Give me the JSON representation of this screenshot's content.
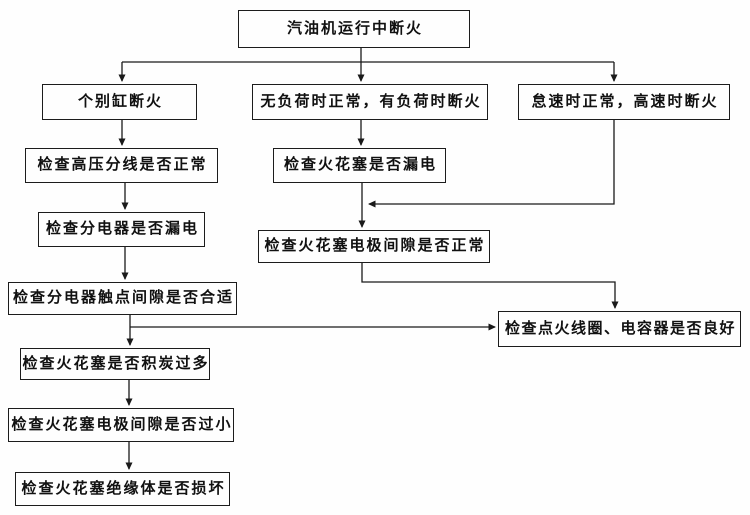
{
  "diagram": {
    "title": "汽油机运行中断火",
    "colors": {
      "line": "#1a1a1a",
      "box_border": "#1c1c1c",
      "background": "#fefefe",
      "text": "#111111"
    },
    "nodes": {
      "root": {
        "label": "汽油机运行中断火"
      },
      "left1": {
        "label": "个别缸断火"
      },
      "mid1": {
        "label": "无负荷时正常，有负荷时断火"
      },
      "right1": {
        "label": "怠速时正常，高速时断火"
      },
      "left2": {
        "label": "检查高压分线是否正常"
      },
      "mid2": {
        "label": "检查火花塞是否漏电"
      },
      "left3": {
        "label": "检查分电器是否漏电"
      },
      "mid3": {
        "label": "检查火花塞电极间隙是否正常"
      },
      "left4": {
        "label": "检查分电器触点间隙是否合适"
      },
      "right2": {
        "label": "检查点火线圈、电容器是否良好"
      },
      "left5": {
        "label": "检查火花塞是否积炭过多"
      },
      "left6": {
        "label": "检查火花塞电极间隙是否过小"
      },
      "left7": {
        "label": "检查火花塞绝缘体是否损坏"
      }
    },
    "edges": [
      {
        "from": "root",
        "to": "left1"
      },
      {
        "from": "root",
        "to": "mid1"
      },
      {
        "from": "root",
        "to": "right1"
      },
      {
        "from": "left1",
        "to": "left2"
      },
      {
        "from": "left2",
        "to": "left3"
      },
      {
        "from": "left3",
        "to": "left4"
      },
      {
        "from": "left4",
        "to": "left5"
      },
      {
        "from": "left4",
        "to": "right2"
      },
      {
        "from": "left5",
        "to": "left6"
      },
      {
        "from": "left6",
        "to": "left7"
      },
      {
        "from": "mid1",
        "to": "mid2"
      },
      {
        "from": "mid2",
        "to": "mid3"
      },
      {
        "from": "right1",
        "to": "mid3"
      },
      {
        "from": "mid3",
        "to": "right2"
      }
    ]
  }
}
